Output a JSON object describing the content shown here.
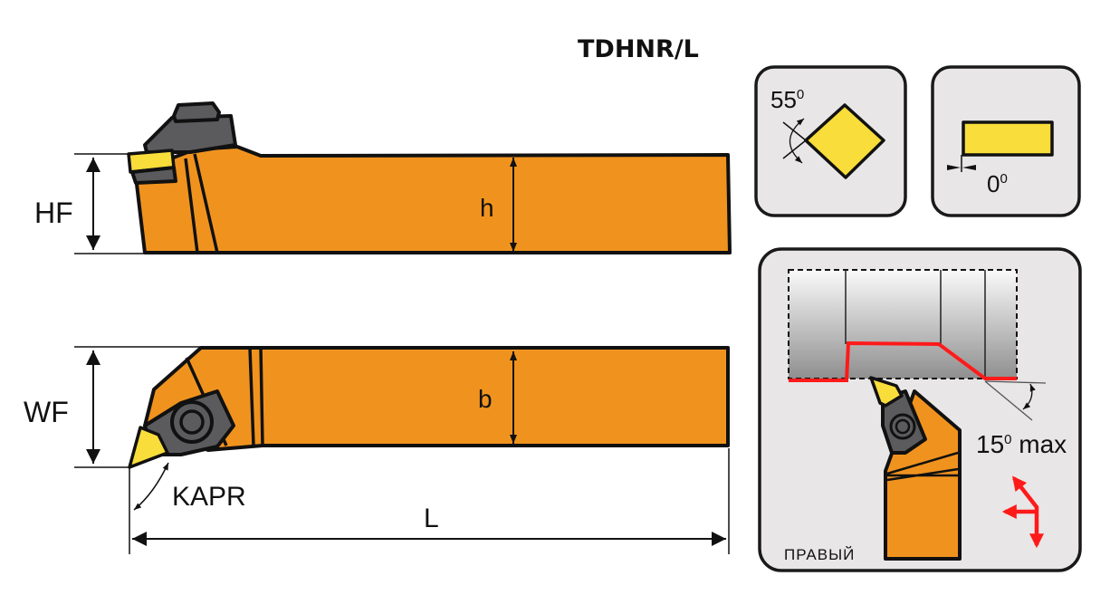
{
  "title": "TDHNR/L",
  "dimensions": {
    "hf": "HF",
    "h": "h",
    "wf": "WF",
    "b": "b",
    "kapr": "KAPR",
    "l": "L"
  },
  "insert_shape": {
    "angle_base": "55",
    "angle_sup": "0"
  },
  "clearance": {
    "angle_base": "0",
    "angle_sup": "0"
  },
  "application": {
    "angle_base": "15",
    "angle_sup": "0",
    "angle_suffix": " max",
    "hand": "ПРАВЫЙ"
  },
  "colors": {
    "body": "#f0931e",
    "insert": "#f9dd3a",
    "path": "#ff1a1a"
  }
}
